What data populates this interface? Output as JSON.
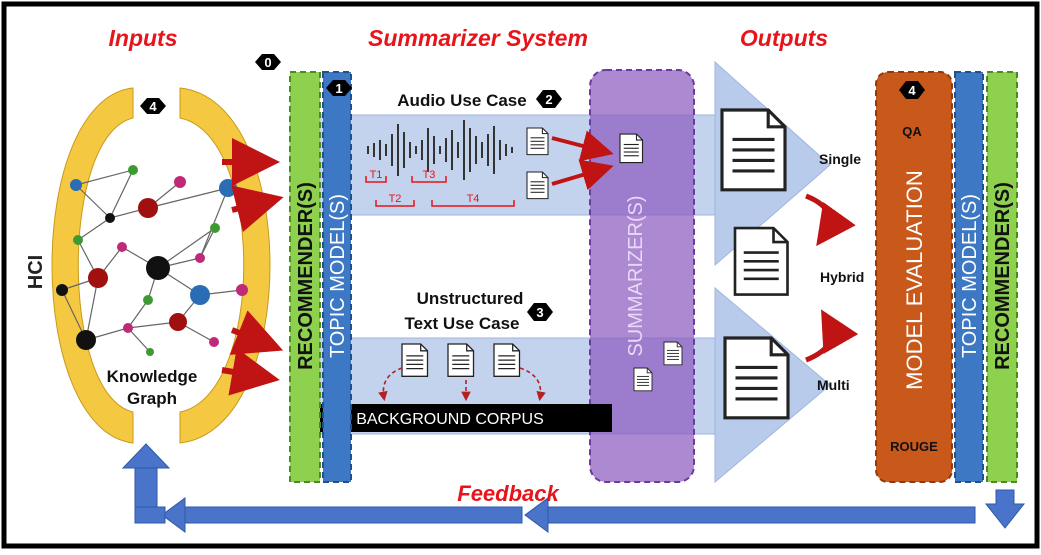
{
  "headers": {
    "inputs": "Inputs",
    "system": "Summarizer System",
    "outputs": "Outputs"
  },
  "badges": {
    "recommender_step": "0",
    "topic_step": "1",
    "audio_step": "2",
    "text_step": "3",
    "eval_step": "4",
    "hci_step": "4"
  },
  "inputs": {
    "hci_label": "HCI",
    "kg_line1": "Knowledge",
    "kg_line2": "Graph"
  },
  "columns": {
    "recommender": "RECOMMENDER(S)",
    "topic_model": "TOPIC MODEL(S)",
    "summarizer": "SUMMARIZER(S)",
    "model_evaluation": "MODEL EVALUATION",
    "topic_model_right": "TOPIC MODEL(S)",
    "recommender_right": "RECOMMENDER(S)"
  },
  "audio": {
    "title": "Audio Use Case",
    "segments": [
      "T1",
      "T2",
      "T3",
      "T4"
    ]
  },
  "text_case": {
    "title_line1": "Unstructured",
    "title_line2": "Text Use Case",
    "corpus": "BACKGROUND CORPUS"
  },
  "outputs": {
    "single": "Single",
    "hybrid": "Hybrid",
    "multi": "Multi"
  },
  "evaluation": {
    "qa": "QA",
    "rouge": "ROUGE"
  },
  "feedback": "Feedback",
  "colors": {
    "header_red": "#e8141c",
    "green": "#8dd14f",
    "topic_blue": "#3c78c4",
    "summarizer_purple": "#8e5bc0",
    "eval_orange": "#c9581b",
    "hci_yellow": "#f5c842",
    "arrow_blue": "#4a74c9",
    "band_blue": "#c3d3ee",
    "arrow_red": "#c01414"
  }
}
